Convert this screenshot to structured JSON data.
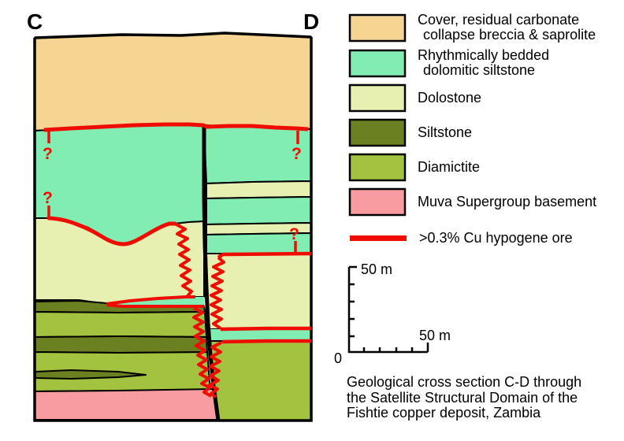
{
  "colors": {
    "cover": "#F6D592",
    "rhythmite": "#82EDB2",
    "dolostone": "#E7F0B0",
    "siltstone": "#6B8020",
    "diamictite": "#A3C23F",
    "basement": "#F89CA2",
    "ore": "#EE0D00"
  },
  "section": {
    "label_left": "C",
    "label_right": "D",
    "question_mark": "?"
  },
  "legend": {
    "items": [
      {
        "line1": "Cover, residual carbonate",
        "line2": "collapse breccia & saprolite"
      },
      {
        "line1": "Rhythmically bedded",
        "line2": "dolomitic siltstone"
      },
      {
        "line1": "Dolostone",
        "line2": ""
      },
      {
        "line1": "Siltstone",
        "line2": ""
      },
      {
        "line1": "Diamictite",
        "line2": ""
      },
      {
        "line1": "Muva Supergroup basement",
        "line2": ""
      }
    ],
    "ore_label": ">0.3% Cu hypogene ore"
  },
  "scale_bar": {
    "vertical_label": "50 m",
    "horizontal_label": "50 m",
    "origin_label": "0"
  },
  "caption": {
    "lines": [
      "Geological cross section C-D through",
      "the Satellite Structural Domain of the",
      "Fishtie copper deposit, Zambia"
    ]
  }
}
